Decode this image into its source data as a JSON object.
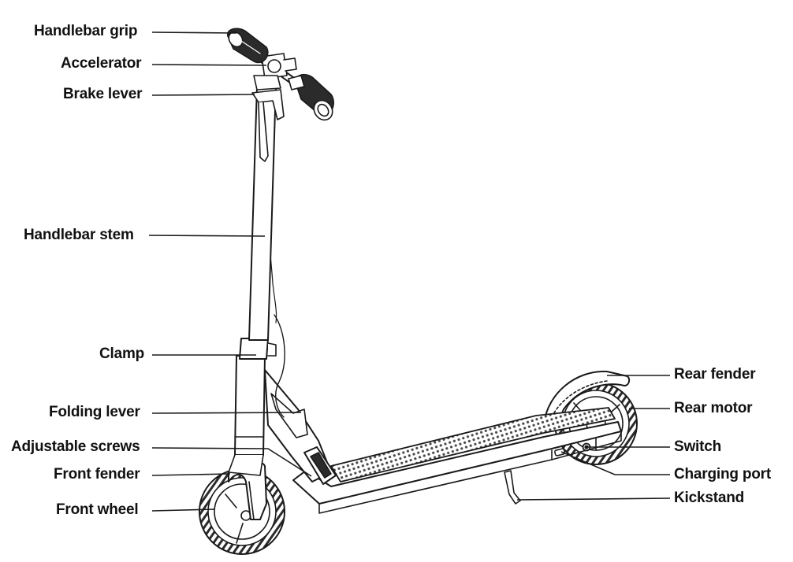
{
  "labels": {
    "handlebar_grip": "Handlebar grip",
    "accelerator": "Accelerator",
    "brake_lever": "Brake lever",
    "handlebar_stem": "Handlebar stem",
    "clamp": "Clamp",
    "folding_lever": "Folding lever",
    "adjustable_screws": "Adjustable screws",
    "front_fender": "Front fender",
    "front_wheel": "Front wheel",
    "rear_fender": "Rear fender",
    "rear_motor": "Rear motor",
    "switch": "Switch",
    "charging_port": "Charging port",
    "kickstand": "Kickstand"
  },
  "colors": {
    "line": "#1a1a1a",
    "deck_dots": "#555555",
    "tire": "#2b2b2b",
    "background": "#ffffff"
  }
}
